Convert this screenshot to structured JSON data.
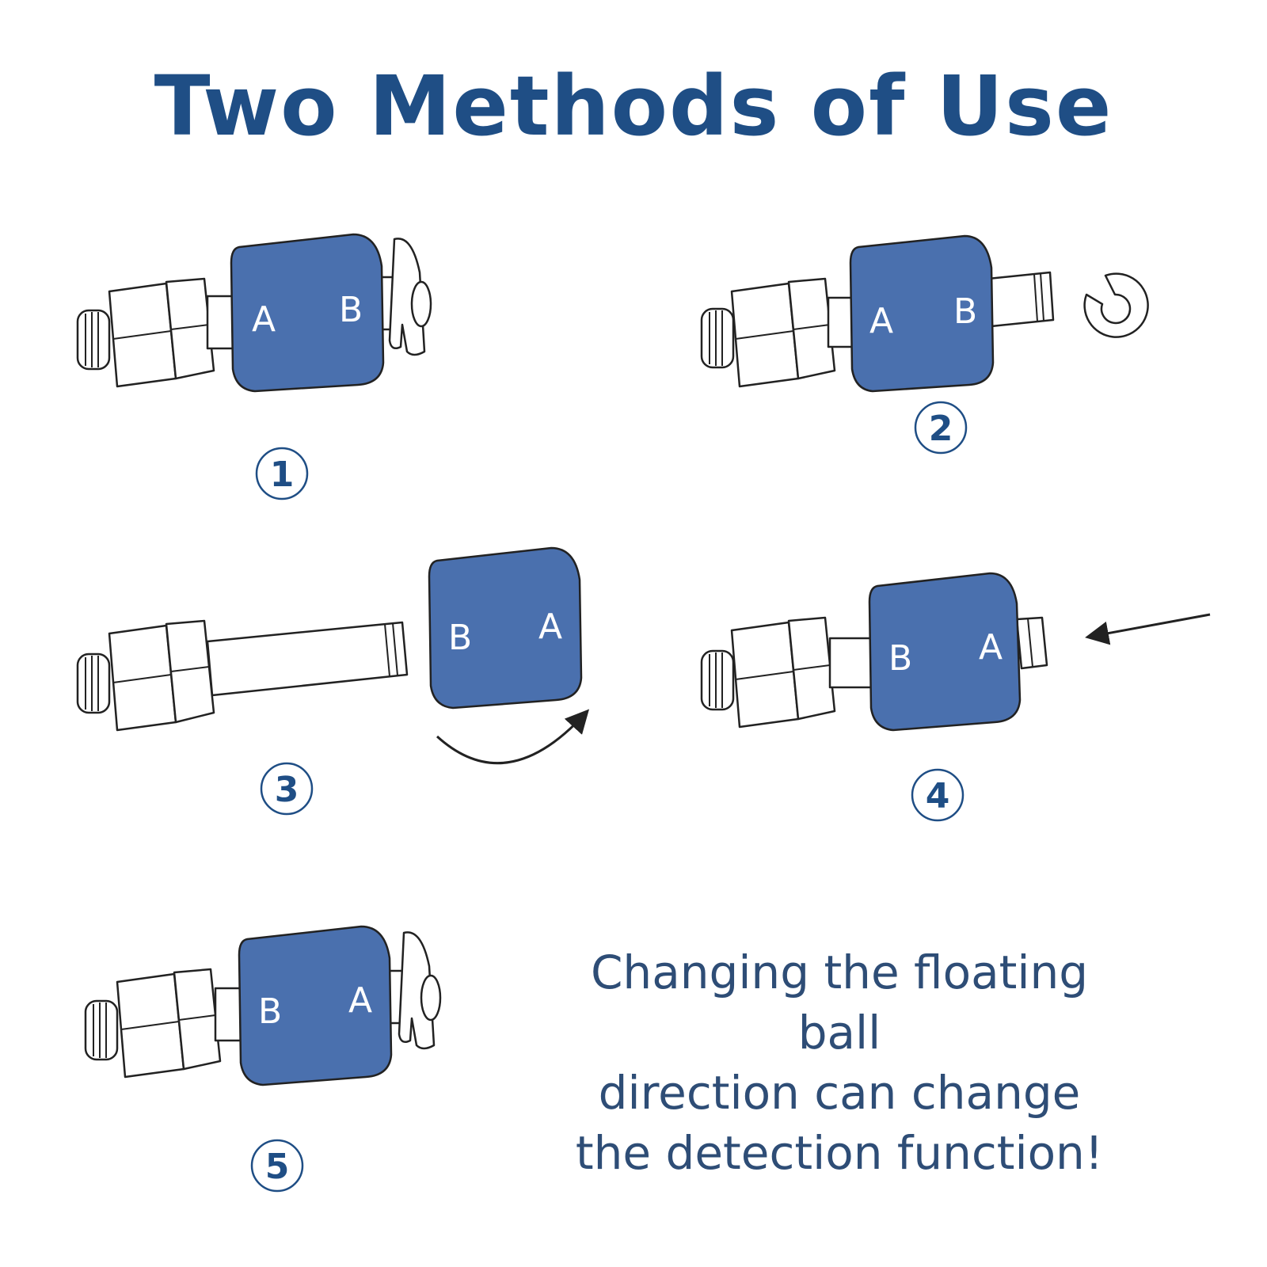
{
  "title": "Two Methods of Use",
  "note_lines": [
    "Changing the floating ball",
    "direction can change",
    "the detection function!"
  ],
  "colors": {
    "title": "#1f4e85",
    "float": "#4a70ae",
    "note": "#2e4d76",
    "outline": "#222222"
  },
  "steps": [
    {
      "number": "1",
      "left_label": "A",
      "right_label": "B",
      "variant": "assembled"
    },
    {
      "number": "2",
      "left_label": "A",
      "right_label": "B",
      "variant": "clip-removed"
    },
    {
      "number": "3",
      "left_label": "B",
      "right_label": "A",
      "variant": "float-removed-and-flipped"
    },
    {
      "number": "4",
      "left_label": "B",
      "right_label": "A",
      "variant": "float-reinserted"
    },
    {
      "number": "5",
      "left_label": "B",
      "right_label": "A",
      "variant": "assembled"
    }
  ],
  "icons": [
    "rotate-arrow-icon",
    "insert-arrow-icon",
    "clip-ring-icon"
  ]
}
